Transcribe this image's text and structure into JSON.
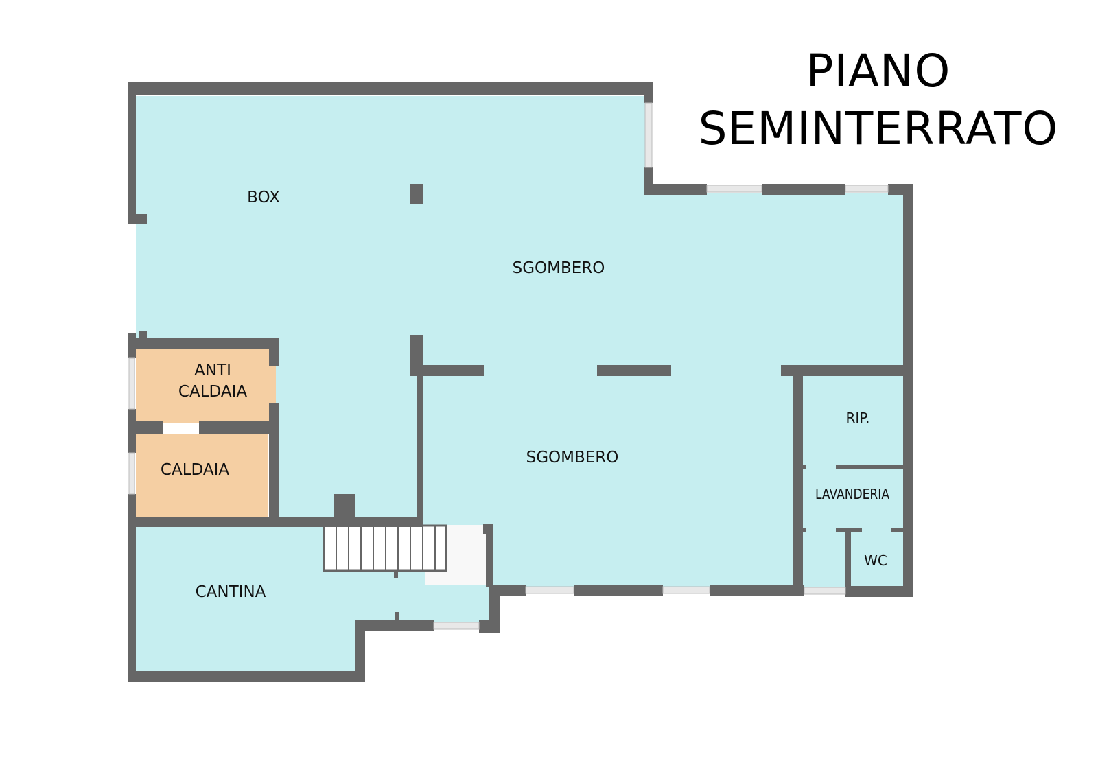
{
  "title": {
    "line1": "PIANO",
    "line2": "SEMINTERRATO"
  },
  "rooms": {
    "box": "BOX",
    "sgombero_upper": "SGOMBERO",
    "sgombero_lower": "SGOMBERO",
    "anti_caldaia_line1": "ANTI",
    "anti_caldaia_line2": "CALDAIA",
    "caldaia": "CALDAIA",
    "cantina": "CANTINA",
    "rip": "RIP.",
    "lavanderia": "LAVANDERIA",
    "wc": "WC"
  },
  "colors": {
    "floor": "#c6eef0",
    "boiler_rooms": "#f5cfa3",
    "wall": "#666666",
    "window": "#e8e8e8",
    "stairs": "#ffffff"
  }
}
